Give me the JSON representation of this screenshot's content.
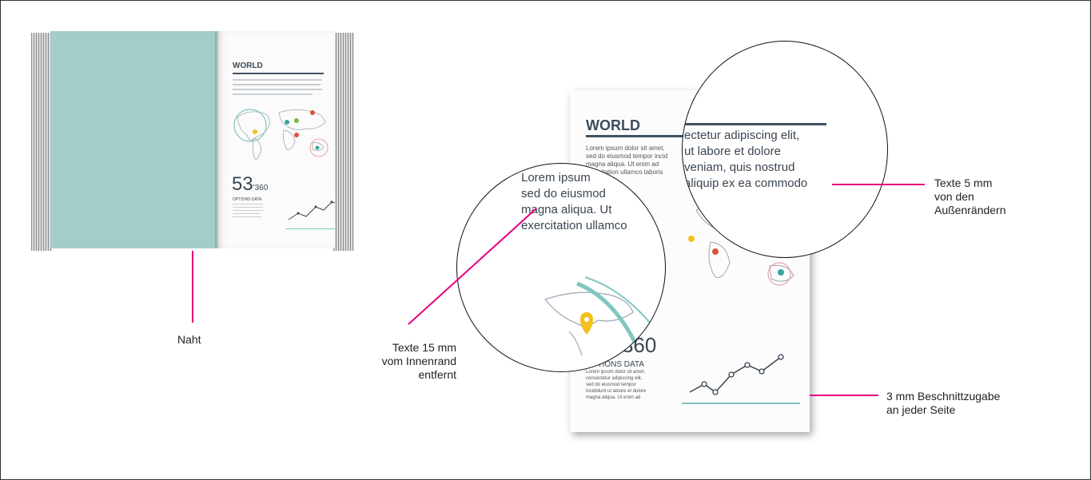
{
  "book": {
    "title": "WORLD",
    "number": "53",
    "number_suffix": "'360",
    "options": "OPTIONS DATA"
  },
  "page": {
    "title": "WORLD",
    "text_lines": [
      "Lorem ipsum dolor sit amet,",
      "sed do eiusmod tempor incid",
      "magna aliqua. Ut enim ad",
      "exercitation ullamco laboris"
    ],
    "number_suffix": "'360",
    "options": "OPTIONS DATA",
    "small_lines": [
      "Lorem ipsum dolor sit amet,",
      "consectetur adipiscing elit,",
      "sed do eiusmod tempor",
      "incididunt ut labore et dolore",
      "magna aliqua. Ut enim ad"
    ]
  },
  "magnifier_inner": {
    "lines": [
      "Lorem ipsum",
      "sed do eiusmod",
      "magna aliqua. Ut",
      "exercitation ullamco"
    ]
  },
  "magnifier_outer": {
    "lines": [
      "ectetur adipiscing elit,",
      "ut labore et dolore",
      "veniam, quis nostrud",
      "aliquip ex ea commodo"
    ]
  },
  "labels": {
    "naht": "Naht",
    "inner_margin": [
      "Texte 15 mm",
      "vom Innenrand",
      "entfernt"
    ],
    "outer_margin": [
      "Texte 5 mm",
      "von den",
      "Außenrändern"
    ],
    "bleed": [
      "3 mm Beschnittzugabe",
      "an jeder Seite"
    ]
  },
  "colors": {
    "leader": "#e6007e",
    "teal": "#a3cdc9",
    "accent_teal": "#7fc6bf",
    "heading": "#3b4c5c"
  }
}
